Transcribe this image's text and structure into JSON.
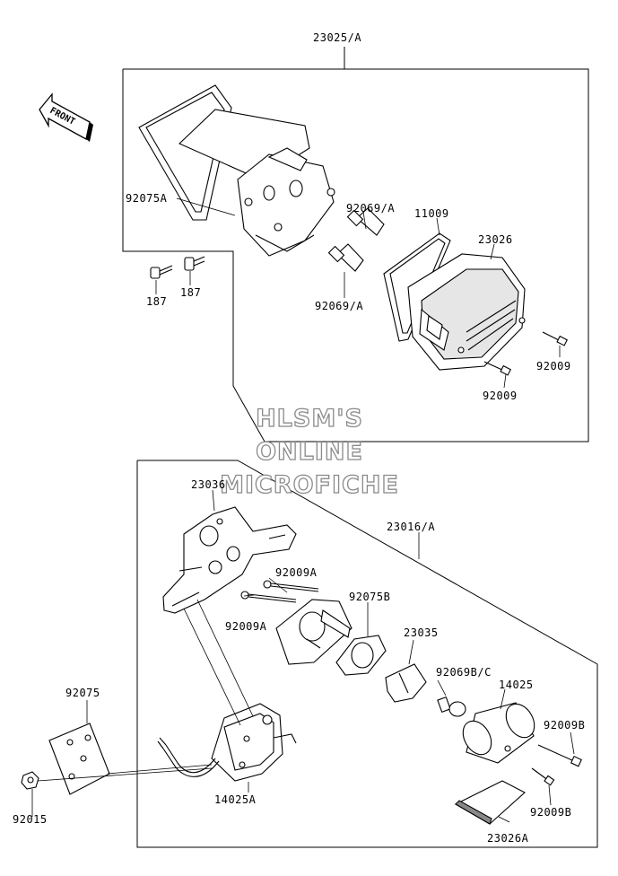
{
  "labels": {
    "top_assembly": "23025/A",
    "p92075A": "92075A",
    "p92069A_top": "92069/A",
    "p92069A_bottom": "92069/A",
    "p11009": "11009",
    "p23026": "23026",
    "p187_left": "187",
    "p187_right": "187",
    "p92009_upper": "92009",
    "p92009_lower": "92009",
    "p23036": "23036",
    "bottom_assembly": "23016/A",
    "p92009A_upper": "92009A",
    "p92009A_lower": "92009A",
    "p92075B": "92075B",
    "p23035": "23035",
    "p92069BC": "92069B/C",
    "p14025": "14025",
    "p92075": "92075",
    "p92009B_upper": "92009B",
    "p92009B_lower": "92009B",
    "p92015": "92015",
    "p14025A": "14025A",
    "p23026A": "23026A"
  },
  "front_arrow": "FRONT",
  "watermark": [
    "HLSM'S",
    "ONLINE",
    "MICROFICHE"
  ],
  "colors": {
    "line": "#000000",
    "watermark_outline": "#8a8a8a",
    "background": "#ffffff"
  }
}
